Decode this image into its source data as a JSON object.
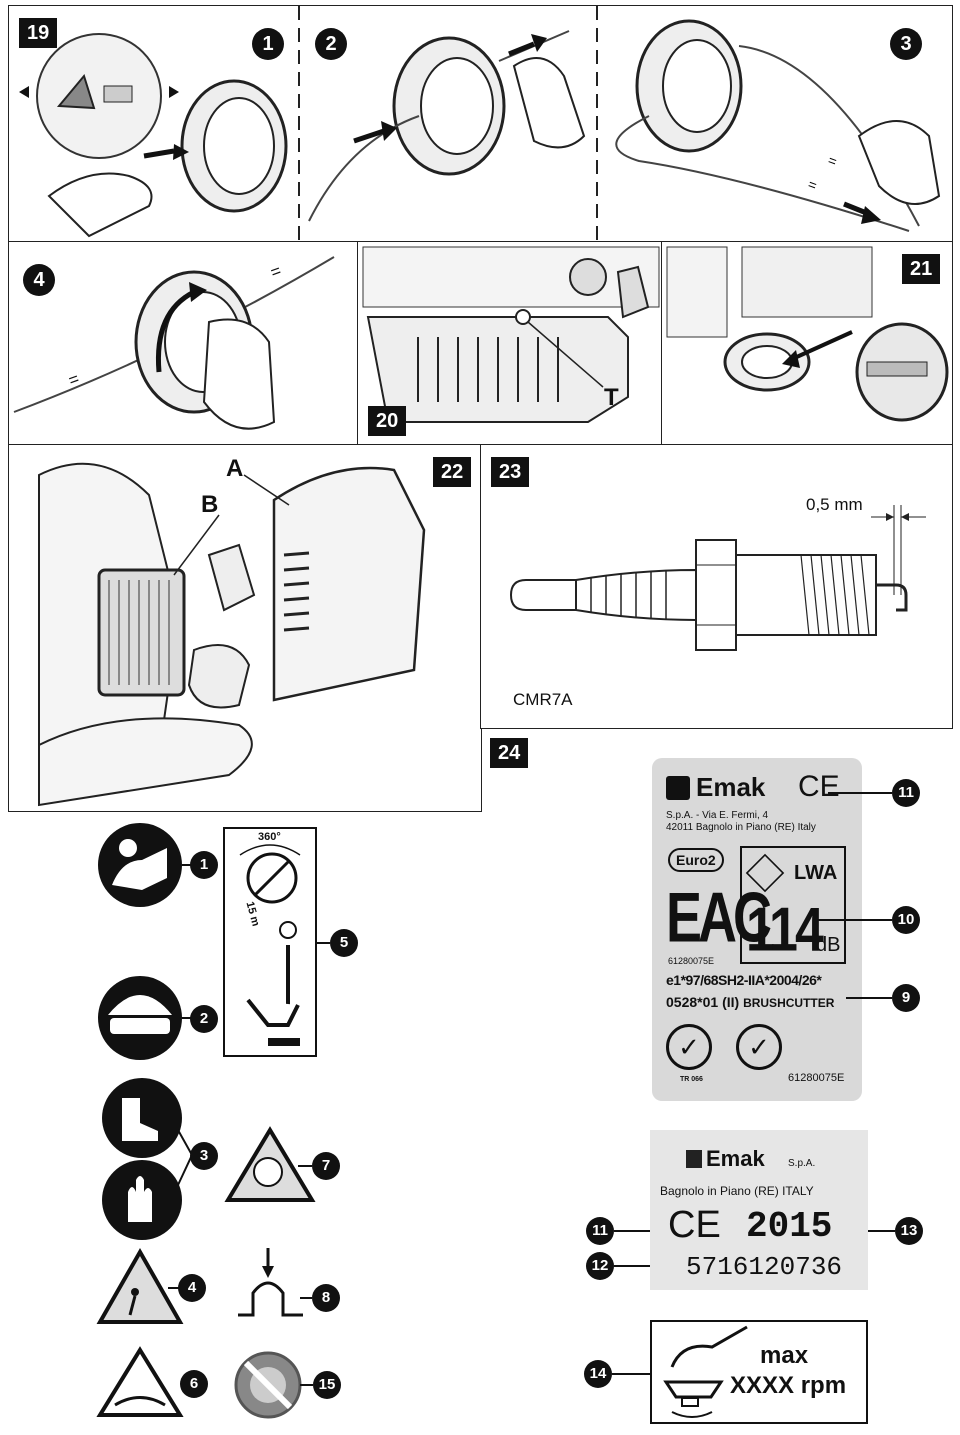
{
  "figures": {
    "fig19": {
      "tag": "19",
      "steps": [
        "1",
        "2",
        "3"
      ]
    },
    "fig19b": {
      "step": "4",
      "eq": "="
    },
    "fig20": {
      "tag": "20",
      "label_t": "T"
    },
    "fig21": {
      "tag": "21"
    },
    "fig22": {
      "tag": "22",
      "label_a": "A",
      "label_b": "B"
    },
    "fig23": {
      "tag": "23",
      "gap": "0,5 mm",
      "plug": "CMR7A"
    },
    "fig24": {
      "tag": "24"
    }
  },
  "symbols": {
    "callouts": [
      "1",
      "2",
      "3",
      "4",
      "5",
      "6",
      "7",
      "8",
      "15"
    ],
    "distance": "15 m",
    "angle": "360°"
  },
  "label_main": {
    "brand": "Emak",
    "ce": "CE",
    "address1": "S.p.A. - Via E. Fermi, 4",
    "address2": "42011 Bagnolo in Piano (RE) Italy",
    "euro": "Euro2",
    "eac": "EAC",
    "lwa": "LWA",
    "db_value": "114",
    "db_unit": "dB",
    "code_small": "61280075E",
    "approval1": "e1*97/68SH2-IIA*2004/26*",
    "approval2": "0528*01",
    "class": "(II)",
    "product": "BRUSHCUTTER",
    "tr": "TR 066",
    "code": "61280075E",
    "callouts": [
      "11",
      "10",
      "9"
    ]
  },
  "label_serial": {
    "brand": "Emak",
    "brand_suffix": "S.p.A.",
    "address": "Bagnolo in Piano (RE) ITALY",
    "ce": "CE",
    "year": "2015",
    "serial": "5716120736",
    "callouts": [
      "11",
      "12",
      "13"
    ]
  },
  "label_rpm": {
    "line1": "max",
    "line2": "XXXX rpm",
    "callout": "14"
  }
}
